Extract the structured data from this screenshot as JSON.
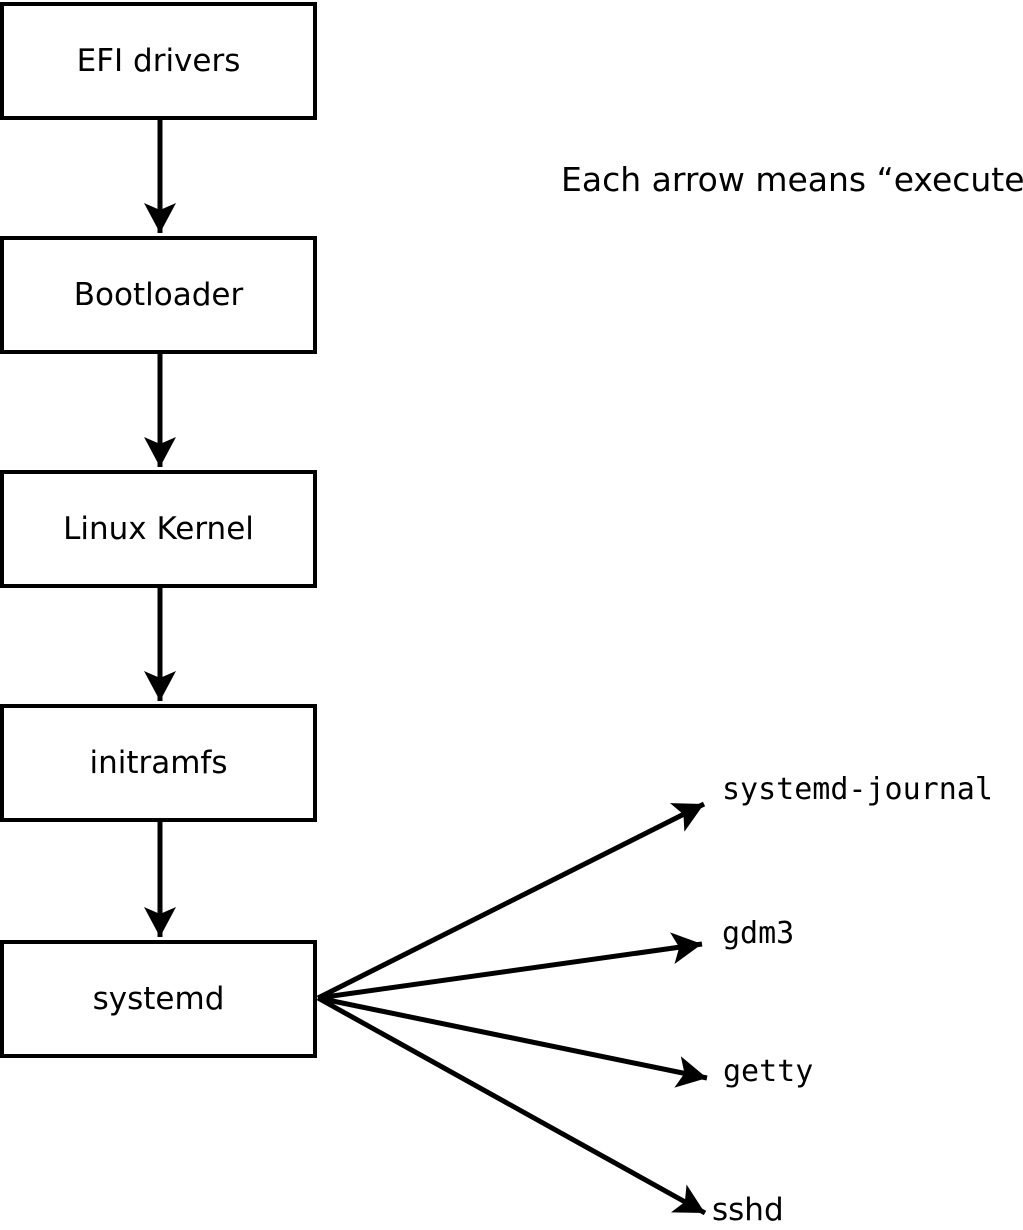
{
  "annotation": "Each arrow means “executes”.",
  "colors": {
    "foreground": "#000000",
    "background": "#ffffff"
  },
  "chain": [
    {
      "label": "EFI drivers"
    },
    {
      "label": "Bootloader"
    },
    {
      "label": "Linux Kernel"
    },
    {
      "label": "initramfs"
    },
    {
      "label": "systemd"
    }
  ],
  "targets": [
    {
      "label": "systemd-journal"
    },
    {
      "label": "gdm3"
    },
    {
      "label": "getty"
    },
    {
      "label": "sshd"
    }
  ],
  "edges": [
    {
      "from": "EFI drivers",
      "to": "Bootloader"
    },
    {
      "from": "Bootloader",
      "to": "Linux Kernel"
    },
    {
      "from": "Linux Kernel",
      "to": "initramfs"
    },
    {
      "from": "initramfs",
      "to": "systemd"
    },
    {
      "from": "systemd",
      "to": "systemd-journal"
    },
    {
      "from": "systemd",
      "to": "gdm3"
    },
    {
      "from": "systemd",
      "to": "getty"
    },
    {
      "from": "systemd",
      "to": "sshd"
    }
  ]
}
